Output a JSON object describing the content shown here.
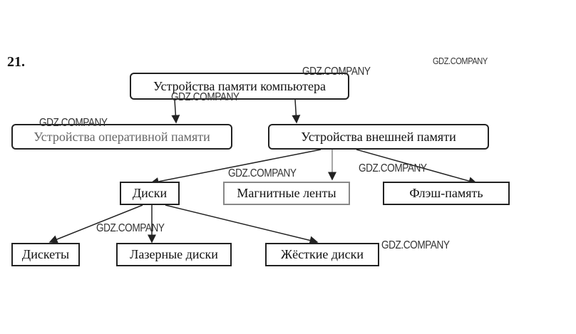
{
  "task_number": "21.",
  "nodes": {
    "root": "Устройства памяти компьютера",
    "ram": "Устройства оперативной памяти",
    "external": "Устройства внешней памяти",
    "disks": "Диски",
    "tapes": "Магнитные ленты",
    "flash": "Флэш-память",
    "floppy": "Дискеты",
    "laser": "Лазерные диски",
    "hard": "Жёсткие диски"
  },
  "watermark": "GDZ.COMPANY"
}
